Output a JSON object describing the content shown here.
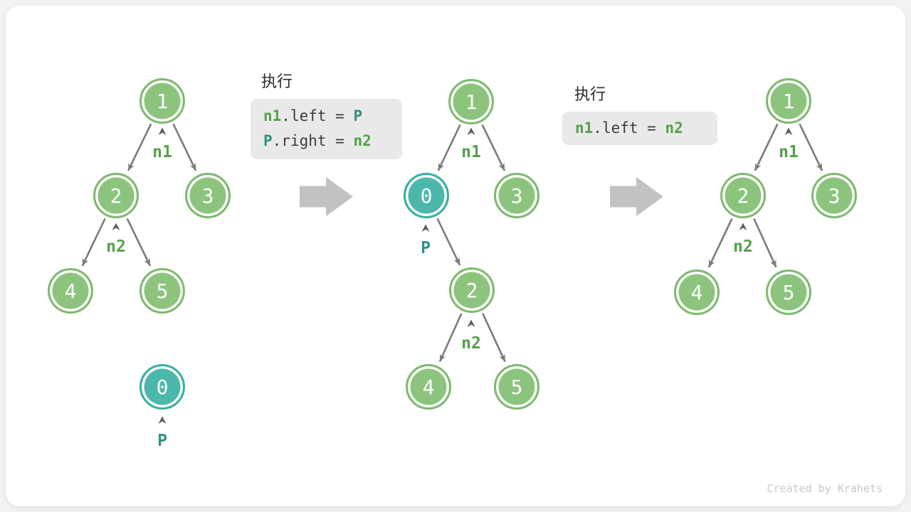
{
  "watermark": "Created by Krahets",
  "colors": {
    "page_background": "#F1F2F2",
    "card_background": "#FFFFFF",
    "node_green_fill": "#8CC47E",
    "node_green_border": "#7EBA6E",
    "node_teal_fill": "#4CB8AB",
    "node_teal_border": "#3AAFA2",
    "pointer_green": "#56A04A",
    "pointer_teal": "#2E9187",
    "edge_gray": "#7B7B7B",
    "chevron_gray": "#5C5C5C",
    "code_background": "#E9E9E9",
    "code_text": "#3C3C3C",
    "step_arrow_gray": "#C2C2C2",
    "watermark_gray": "#C7C7C7"
  },
  "code_panels": [
    {
      "title": "执行",
      "lines": [
        {
          "segments": [
            {
              "text": "n1"
            },
            {
              "text": ".left = "
            },
            {
              "text": "P"
            }
          ]
        },
        {
          "segments": [
            {
              "text": "P"
            },
            {
              "text": ".right = "
            },
            {
              "text": "n2"
            }
          ]
        }
      ]
    },
    {
      "title": "执行",
      "lines": [
        {
          "segments": [
            {
              "text": "n1"
            },
            {
              "text": ".left = "
            },
            {
              "text": "n2"
            }
          ]
        }
      ]
    }
  ],
  "trees": [
    {
      "name": "before-insertion",
      "nodes": [
        {
          "value": "1",
          "type": "green"
        },
        {
          "value": "2",
          "type": "green"
        },
        {
          "value": "3",
          "type": "green"
        },
        {
          "value": "4",
          "type": "green"
        },
        {
          "value": "5",
          "type": "green"
        },
        {
          "value": "0",
          "type": "teal"
        }
      ],
      "pointers": [
        {
          "label": "n1",
          "color": "green"
        },
        {
          "label": "n2",
          "color": "green"
        },
        {
          "label": "P",
          "color": "teal"
        }
      ]
    },
    {
      "name": "after-step-1",
      "nodes": [
        {
          "value": "1",
          "type": "green"
        },
        {
          "value": "0",
          "type": "teal"
        },
        {
          "value": "3",
          "type": "green"
        },
        {
          "value": "2",
          "type": "green"
        },
        {
          "value": "4",
          "type": "green"
        },
        {
          "value": "5",
          "type": "green"
        }
      ],
      "pointers": [
        {
          "label": "n1",
          "color": "green"
        },
        {
          "label": "P",
          "color": "teal"
        },
        {
          "label": "n2",
          "color": "green"
        }
      ]
    },
    {
      "name": "after-step-2",
      "nodes": [
        {
          "value": "1",
          "type": "green"
        },
        {
          "value": "2",
          "type": "green"
        },
        {
          "value": "3",
          "type": "green"
        },
        {
          "value": "4",
          "type": "green"
        },
        {
          "value": "5",
          "type": "green"
        }
      ],
      "pointers": [
        {
          "label": "n1",
          "color": "green"
        },
        {
          "label": "n2",
          "color": "green"
        }
      ]
    }
  ]
}
